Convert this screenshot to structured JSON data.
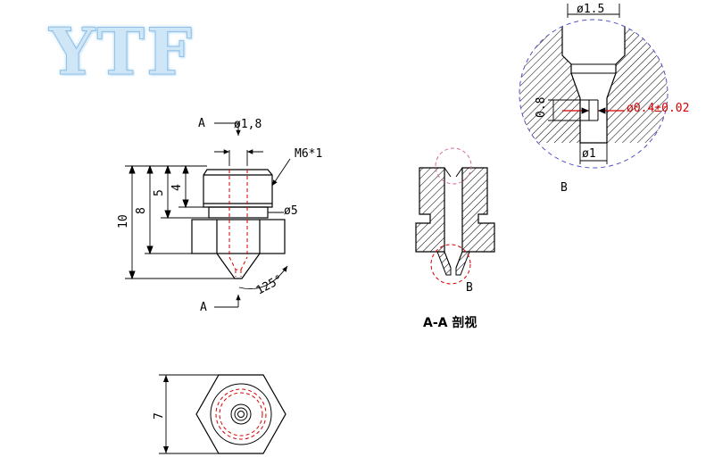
{
  "logo": {
    "text": "YTF"
  },
  "front_view": {
    "section_marker_top": "A",
    "section_marker_bottom": "A",
    "bore_diameter": "ø1,8",
    "thread": "M6*1",
    "thread_diameter": "ø5",
    "height_total": "10",
    "height_8": "8",
    "height_5": "5",
    "height_4": "4",
    "tip_angle": "125°"
  },
  "section_view": {
    "caption": "A-A 剖视",
    "detail_marker": "B"
  },
  "detail_view": {
    "label": "B",
    "top_diameter": "ø1.5",
    "orifice": "ø0.4±0.02",
    "land_length": "0.8",
    "bottom_diameter": "ø1"
  },
  "bottom_view": {
    "hex_size": "7"
  },
  "colors": {
    "outline": "#000000",
    "hidden_line": "#d40000",
    "detail_circle": "#5050c8",
    "logo": "#cfe6f7"
  }
}
